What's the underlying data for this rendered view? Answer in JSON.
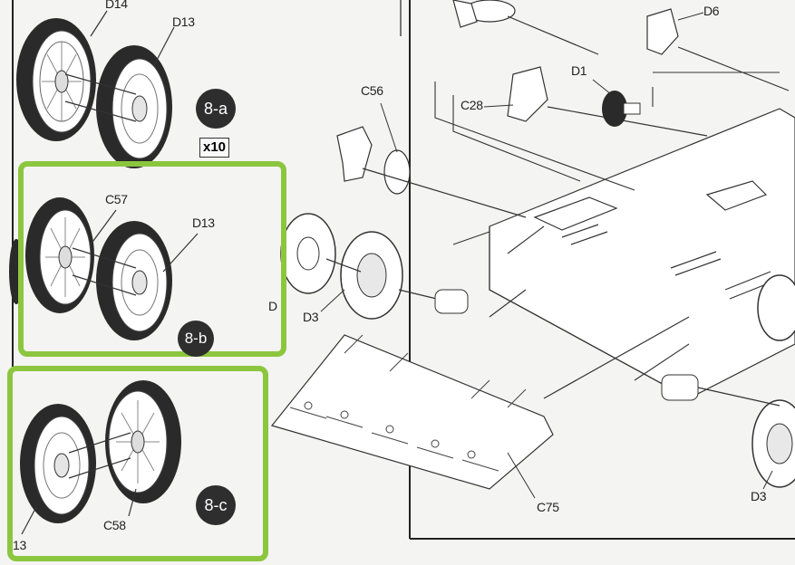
{
  "labels": {
    "d14": "D14",
    "d13_a": "D13",
    "c57": "C57",
    "d13_b": "D13",
    "c58": "C58",
    "d13_c": "13",
    "d6": "D6",
    "d1": "D1",
    "c56": "C56",
    "c28": "C28",
    "d3_left": "D3",
    "d_partial": "D",
    "d3_right": "D3",
    "c75": "C75"
  },
  "badges": {
    "step_a": "8-a",
    "step_b": "8-b",
    "step_c": "8-c"
  },
  "quantity": "x10",
  "colors": {
    "highlight": "#8cc63f",
    "badge": "#2e2e2e",
    "line": "#333333",
    "tire": "#2a2a2a",
    "paper": "#f4f4f2"
  }
}
